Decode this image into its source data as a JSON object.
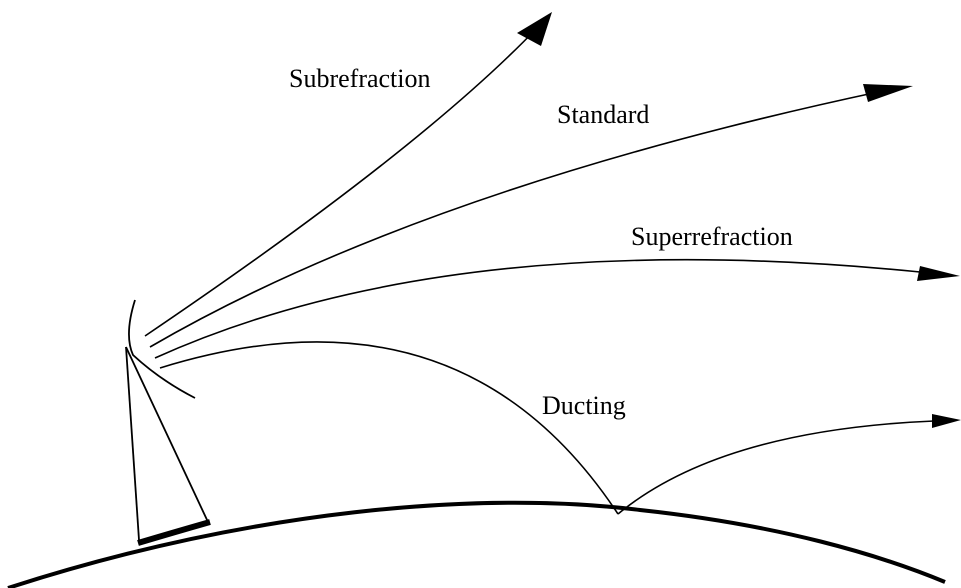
{
  "labels": {
    "subrefraction": "Subrefraction",
    "standard": "Standard",
    "superrefraction": "Superrefraction",
    "ducting": "Ducting"
  }
}
